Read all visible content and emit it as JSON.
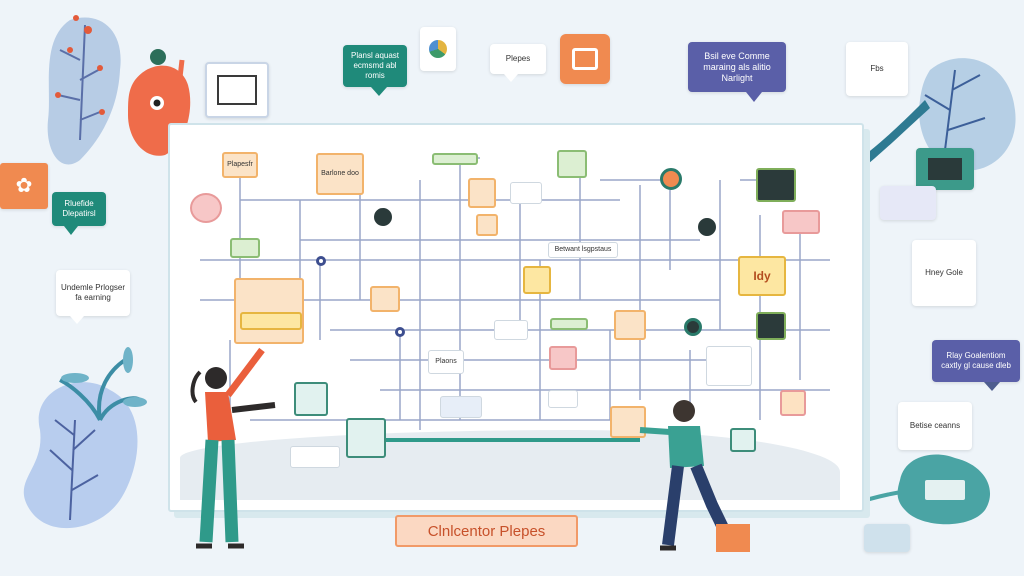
{
  "title": "Clnlcentor Plepes",
  "bubbles": {
    "top_teal": "Plansl aquast ecmsmd abl romis",
    "top_white_small": "Plepes",
    "top_purple": "Bsil eve Comme maraing als alitio Narlight",
    "top_right_white": "Fbs",
    "left_teal": "Rluefide Dlepatirsl",
    "left_white": "Undemle Prlogser fa earning",
    "right_white_top": "Hney Gole",
    "right_purple": "Rlay Goalentiom caxtly gl cause dleb",
    "right_white_bottom": "Betise ceanns"
  },
  "nodes": {
    "n1": "Plapesfr",
    "n2": "Barlone doo",
    "n3": "Betwant lsgpstaus",
    "n4": "Plaons",
    "n5": "Idy"
  },
  "colors": {
    "accent_orange": "#f08a50",
    "accent_teal": "#1f8a7a",
    "accent_navy": "#3d4e8f",
    "board_border": "#cfe3ea"
  }
}
